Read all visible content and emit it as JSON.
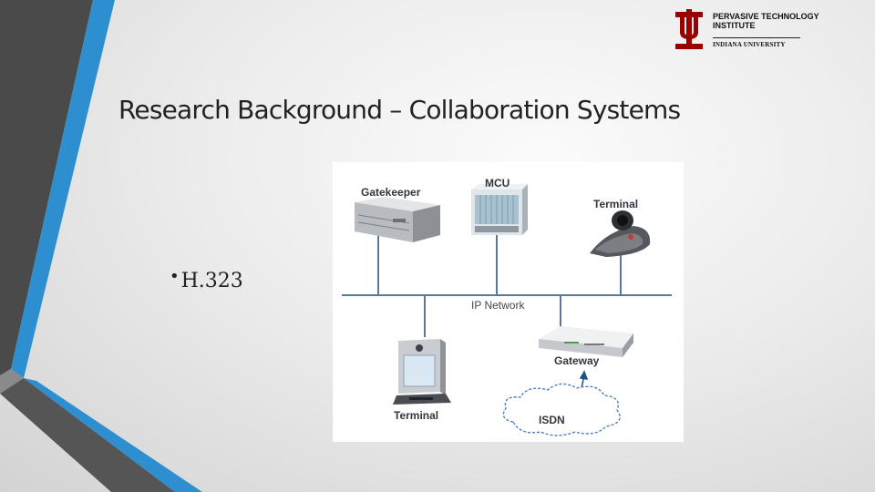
{
  "slide": {
    "title": "Research Background – Collaboration Systems",
    "bullet": "H.323"
  },
  "logo": {
    "line1": "PERVASIVE TECHNOLOGY INSTITUTE",
    "line2": "INDIANA UNIVERSITY",
    "color": "#990000"
  },
  "diagram": {
    "nodes": {
      "gatekeeper": "Gatekeeper",
      "mcu": "MCU",
      "terminal_top": "Terminal",
      "network": "IP Network",
      "gateway": "Gateway",
      "terminal_bottom": "Terminal",
      "isdn": "ISDN"
    },
    "line_color": "#5b7897"
  },
  "theme": {
    "accent_blue": "#2e8fd0",
    "dark_gray": "#3a3a3a"
  }
}
